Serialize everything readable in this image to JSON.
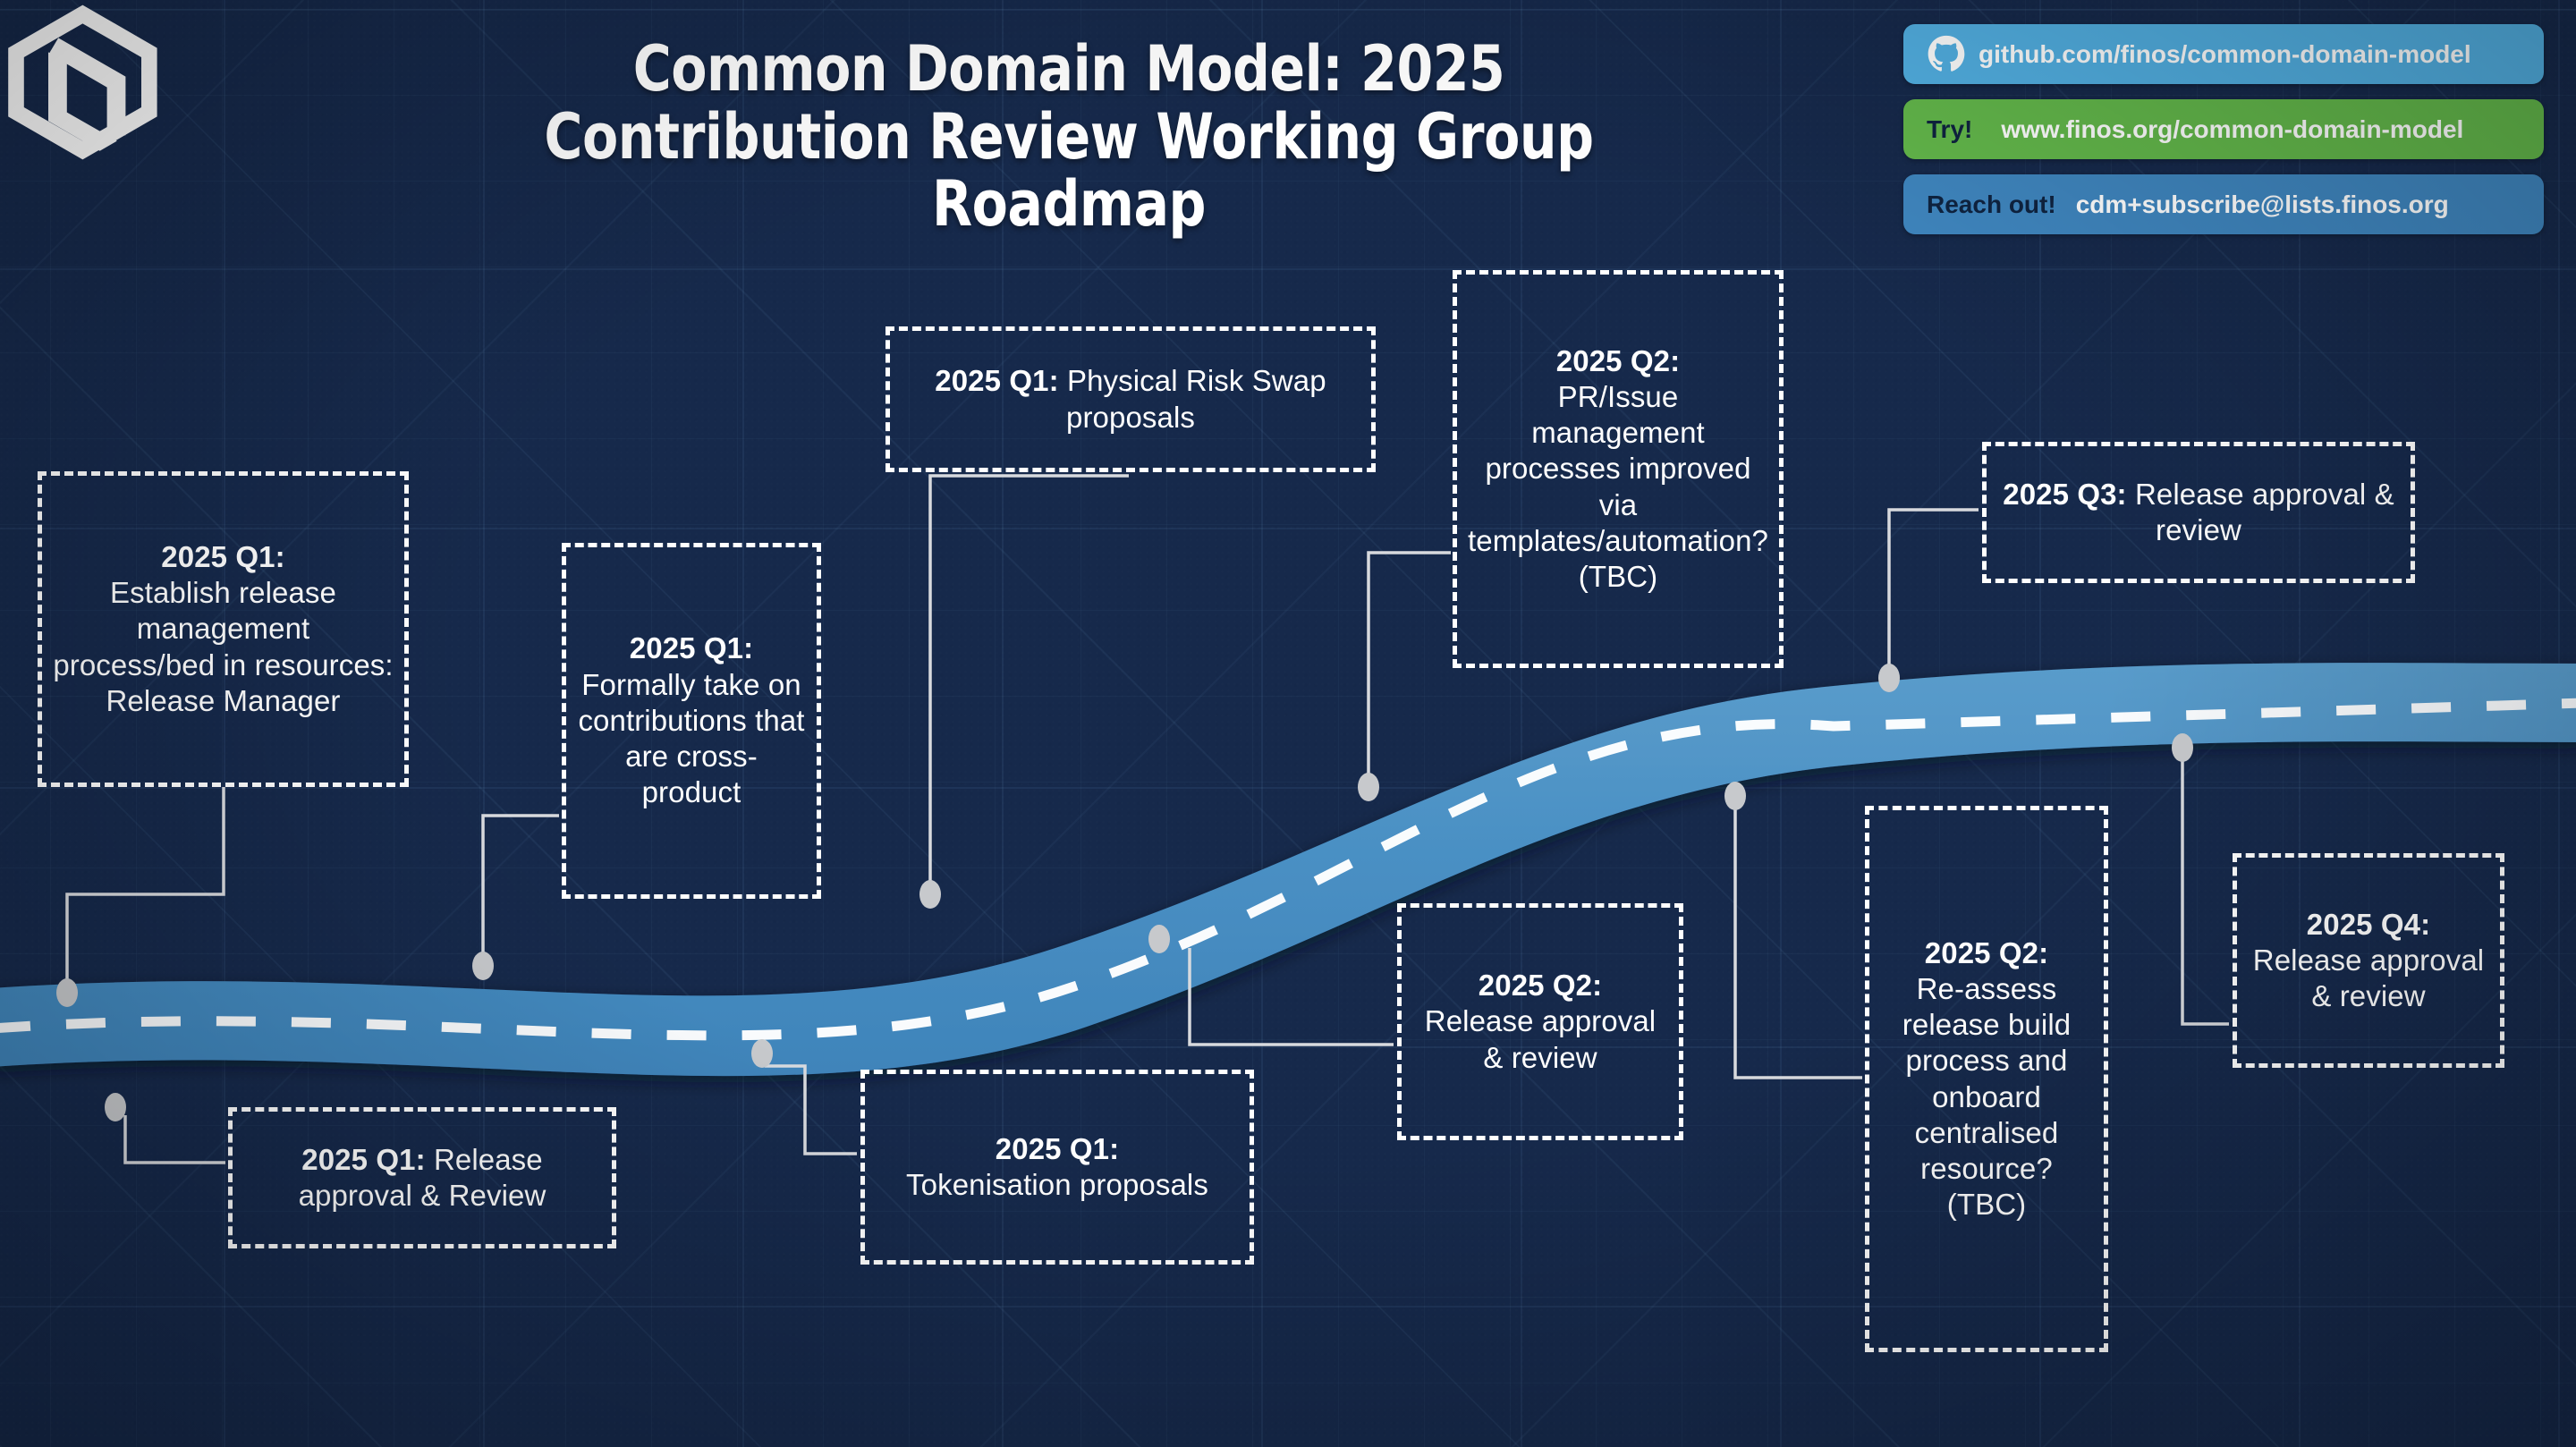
{
  "page": {
    "background_color": "#16294b",
    "accent_road_color": "#4a90c4",
    "title_lines": [
      "Common Domain Model: 2025",
      "Contribution Review Working Group",
      "Roadmap"
    ]
  },
  "logo": {
    "name": "cdm-hexagon-logo"
  },
  "links": [
    {
      "id": "github",
      "icon": "github-icon",
      "lead": "",
      "value": "github.com/finos/common-domain-model",
      "color": "#52b0e3"
    },
    {
      "id": "try",
      "icon": "",
      "lead": "Try!",
      "value": "www.finos.org/common-domain-model",
      "color": "#63b84b"
    },
    {
      "id": "reach",
      "icon": "",
      "lead": "Reach out!",
      "value": "cdm+subscribe@lists.finos.org",
      "color": "#3f86bf"
    }
  ],
  "milestones": [
    {
      "id": "m1",
      "quarter": "2025 Q1:",
      "text": "Establish release management process/bed in resources: Release Manager"
    },
    {
      "id": "m2",
      "quarter": "2025 Q1:",
      "text": "Formally take on contributions that are cross-product"
    },
    {
      "id": "m3",
      "quarter": "2025 Q1:",
      "text": "Release approval & Review"
    },
    {
      "id": "m4",
      "quarter": "2025 Q1:",
      "text": "Physical Risk Swap proposals"
    },
    {
      "id": "m5",
      "quarter": "2025 Q1:",
      "text": "Tokenisation proposals"
    },
    {
      "id": "m6",
      "quarter": "2025 Q2:",
      "text": "PR/Issue management processes improved via templates/automation? (TBC)"
    },
    {
      "id": "m7",
      "quarter": "2025 Q2:",
      "text": "Release approval & review"
    },
    {
      "id": "m8",
      "quarter": "2025 Q3:",
      "text": "Release approval & review"
    },
    {
      "id": "m9",
      "quarter": "2025 Q2:",
      "text": "Re-assess release build process and onboard centralised resource? (TBC)"
    },
    {
      "id": "m10",
      "quarter": "2025 Q4:",
      "text": "Release approval & review"
    }
  ]
}
